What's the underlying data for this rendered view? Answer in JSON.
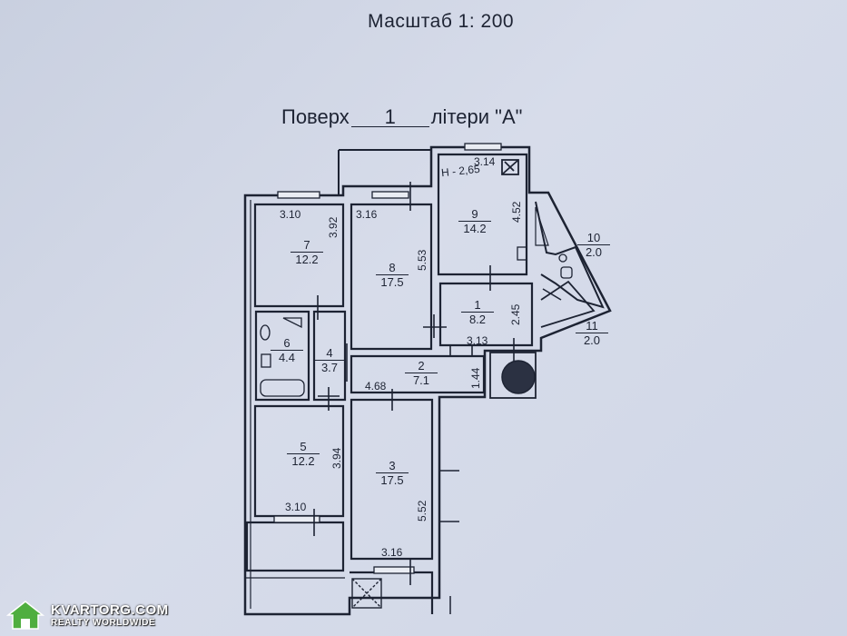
{
  "header": {
    "scale_text": "Масштаб 1: 200",
    "floor_prefix": "Поверх",
    "floor_number": "1",
    "floor_suffix": "літери \"А\""
  },
  "colors": {
    "line": "#1d2333",
    "paper": "#d3d9e7"
  },
  "rooms": [
    {
      "id": "room-7",
      "number": "7",
      "area": "12.2"
    },
    {
      "id": "room-8",
      "number": "8",
      "area": "17.5"
    },
    {
      "id": "room-9",
      "number": "9",
      "area": "14.2"
    },
    {
      "id": "room-10",
      "number": "10",
      "area": "2.0"
    },
    {
      "id": "room-1",
      "number": "1",
      "area": "8.2"
    },
    {
      "id": "room-11",
      "number": "11",
      "area": "2.0"
    },
    {
      "id": "room-6",
      "number": "6",
      "area": "4.4"
    },
    {
      "id": "room-4",
      "number": "4",
      "area": "3.7"
    },
    {
      "id": "room-2",
      "number": "2",
      "area": "7.1"
    },
    {
      "id": "room-5",
      "number": "5",
      "area": "12.2"
    },
    {
      "id": "room-3",
      "number": "3",
      "area": "17.5"
    }
  ],
  "dimensions": [
    {
      "id": "dim-room7-width",
      "value": "3.10"
    },
    {
      "id": "dim-room7-depth",
      "value": "3.92"
    },
    {
      "id": "dim-room8-width",
      "value": "3.16"
    },
    {
      "id": "dim-room8-depth",
      "value": "5.53"
    },
    {
      "id": "dim-room9-width",
      "value": "3.14"
    },
    {
      "id": "dim-room9-depth",
      "value": "4.52"
    },
    {
      "id": "dim-room1-depth",
      "value": "2.45"
    },
    {
      "id": "dim-room1-width",
      "value": "3.13"
    },
    {
      "id": "dim-hall-width",
      "value": "4.68"
    },
    {
      "id": "dim-hall-depth",
      "value": "1.44"
    },
    {
      "id": "dim-room5-depth",
      "value": "3.94"
    },
    {
      "id": "dim-room5-width",
      "value": "3.10"
    },
    {
      "id": "dim-room3-depth",
      "value": "5.52"
    },
    {
      "id": "dim-room3-width",
      "value": "3.16"
    }
  ],
  "annotations": {
    "ceiling_height": "Н - 2,65"
  },
  "watermark": {
    "title": "KVARTORG.COM",
    "subtitle": "REALTY WORLDWIDE"
  }
}
